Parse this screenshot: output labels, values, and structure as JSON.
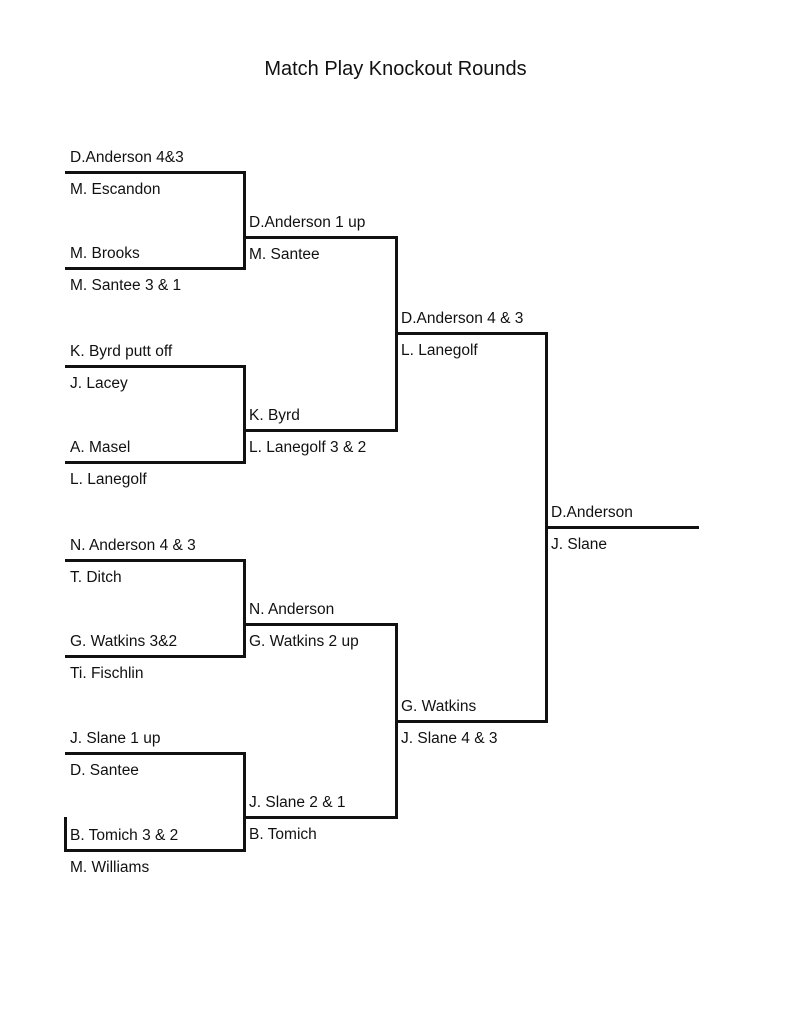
{
  "title": "Match Play Knockout Rounds",
  "round1": [
    {
      "top": "D.Anderson 4&3",
      "bottom": "M. Escandon"
    },
    {
      "top": "M. Brooks",
      "bottom": "M. Santee 3 & 1"
    },
    {
      "top": "K. Byrd putt off",
      "bottom": "J. Lacey"
    },
    {
      "top": "A. Masel",
      "bottom": "L. Lanegolf"
    },
    {
      "top": "N. Anderson 4 & 3",
      "bottom": "T. Ditch"
    },
    {
      "top": "G. Watkins 3&2",
      "bottom": "Ti. Fischlin"
    },
    {
      "top": "J. Slane 1 up",
      "bottom": "D. Santee"
    },
    {
      "top": "B. Tomich 3 & 2",
      "bottom": "M. Williams"
    }
  ],
  "round2": [
    {
      "top": "D.Anderson 1 up",
      "bottom": "M. Santee"
    },
    {
      "top": "K. Byrd",
      "bottom": "L. Lanegolf 3 & 2"
    },
    {
      "top": "N. Anderson",
      "bottom": "G. Watkins 2 up"
    },
    {
      "top": "J. Slane 2 & 1",
      "bottom": "B. Tomich"
    }
  ],
  "round3": [
    {
      "top": "D.Anderson 4 & 3",
      "bottom": "L. Lanegolf"
    },
    {
      "top": "G. Watkins",
      "bottom": "J. Slane 4 & 3"
    }
  ],
  "final": {
    "top": "D.Anderson",
    "bottom": "J. Slane"
  }
}
